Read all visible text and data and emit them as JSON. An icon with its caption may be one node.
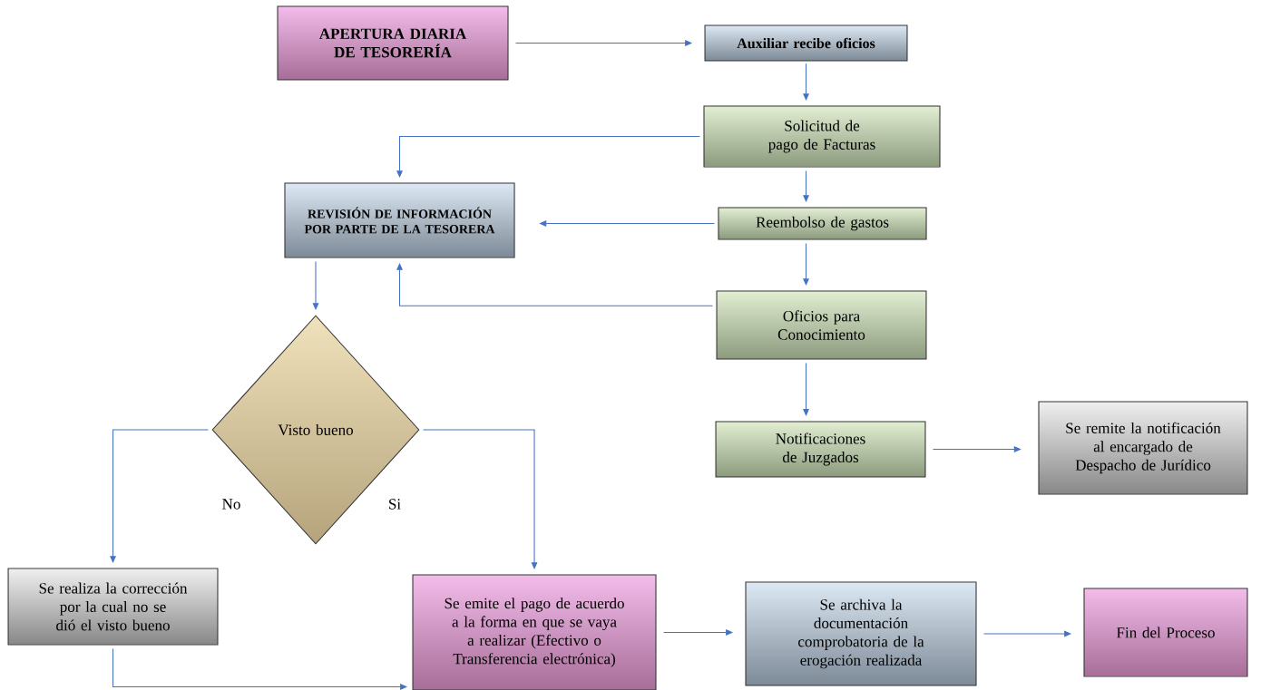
{
  "diagram": {
    "nodes": [
      {
        "text": [
          "APERTURA DIARIA DE TESORERÍA"
        ]
      },
      {
        "text": [
          "Auxiliar recibe oficios"
        ]
      },
      {
        "text": [
          "Solicitud de pago de Facturas"
        ]
      },
      {
        "text": [
          "REVISIÓN DE INFORMACIÓN POR PARTE DE LA TESORERA"
        ]
      },
      {
        "text": [
          "Reembolso de gastos"
        ]
      },
      {
        "text": [
          "Oficios para Conocimiento"
        ]
      },
      {
        "text": [
          "Visto bueno"
        ]
      },
      {
        "text": [
          "Notificaciones de Juzgados"
        ]
      },
      {
        "text": [
          "Se remite la notificación al encargado de Despacho de Jurídico"
        ]
      },
      {
        "text": [
          "Se realiza la corrección por la cual no se dió el visto bueno"
        ]
      },
      {
        "text": [
          "Se emite el pago de acuerdo a la forma en que se vaya a realizar (Efectivo o Transferencia electrónica)"
        ]
      },
      {
        "text": [
          "Se archiva la documentación comprobatoria de la erogación realizada"
        ]
      },
      {
        "text": [
          "Fin del Proceso"
        ]
      }
    ],
    "edges": [
      {
        "from": 0,
        "to": 1,
        "arrow": "to"
      },
      {
        "from": 1,
        "to": 2,
        "arrow": "to"
      },
      {
        "from": 2,
        "to": 3,
        "arrow": "to"
      },
      {
        "from": 2,
        "to": 4,
        "arrow": "to"
      },
      {
        "from": 4,
        "to": 3,
        "arrow": "to"
      },
      {
        "from": 4,
        "to": 5,
        "arrow": "to"
      },
      {
        "from": 5,
        "to": 3,
        "arrow": "to"
      },
      {
        "from": 3,
        "to": 6,
        "arrow": "to"
      },
      {
        "from": 6,
        "to": 9,
        "arrow": "to",
        "label": "No"
      },
      {
        "from": 6,
        "to": 10,
        "arrow": "to",
        "label": "Si"
      },
      {
        "from": 5,
        "to": 7,
        "arrow": "to"
      },
      {
        "from": 7,
        "to": 8,
        "arrow": "to"
      },
      {
        "from": 9,
        "to": 10,
        "arrow": "to"
      },
      {
        "from": 10,
        "to": 11,
        "arrow": "to"
      },
      {
        "from": 11,
        "to": 12,
        "arrow": "to"
      }
    ]
  }
}
